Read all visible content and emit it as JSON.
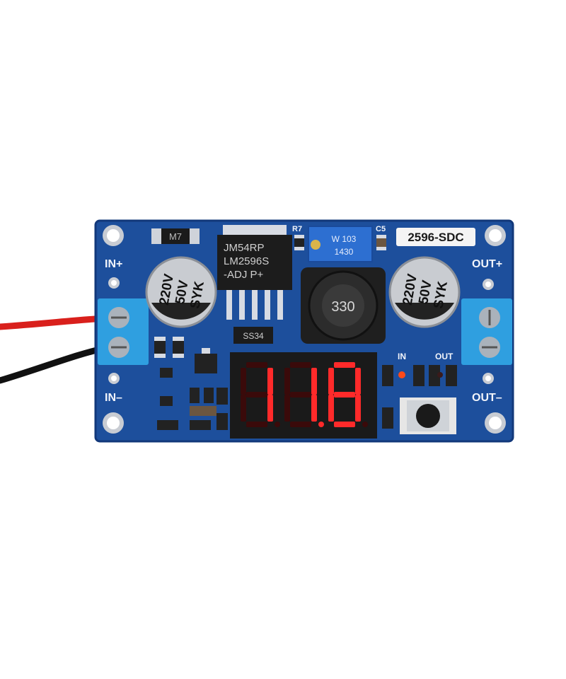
{
  "board": {
    "colors": {
      "pcb": "#1d4f9c",
      "pcb_edge": "#12387a",
      "terminal": "#2f9fe0",
      "segment_on": "#ff2a2a",
      "segment_off": "#3a0a0a",
      "wire_red": "#d9201c",
      "wire_black": "#111111"
    },
    "model_label": "2596-SDC",
    "silkscreen": {
      "in_plus": "IN+",
      "in_minus": "IN–",
      "out_plus": "OUT+",
      "out_minus": "OUT–",
      "led_in": "IN",
      "led_out": "OUT",
      "r7": "R7",
      "c5": "C5"
    },
    "regulator": {
      "line1": "JM54RP",
      "line2": "LM2596S",
      "line3": "-ADJ P+"
    },
    "capacitor_left": {
      "voltage": "220V",
      "rating": "50V",
      "brand": "SYK"
    },
    "capacitor_right": {
      "voltage": "220V",
      "rating": "50V",
      "brand": "SYK"
    },
    "inductor_label": "330",
    "diode_label": "SS34",
    "small_part_label": "M7",
    "potentiometer": {
      "line1": "W 103",
      "line2": "1430"
    },
    "display": {
      "digits": [
        "1",
        "1",
        "8"
      ],
      "decimal_point_after": 2
    }
  }
}
